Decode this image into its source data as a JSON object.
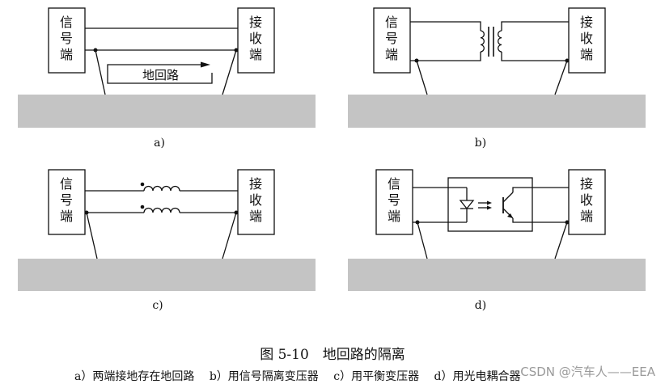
{
  "labels": {
    "sender": [
      "信",
      "号",
      "端"
    ],
    "receiver": [
      "接",
      "收",
      "端"
    ],
    "ground_loop": "地回路",
    "panel_a": "a)",
    "panel_b": "b)",
    "panel_c": "c)",
    "panel_d": "d)"
  },
  "caption": {
    "title": "图 5-10　地回路的隔离",
    "items": [
      "a）两端接地存在地回路",
      "b）用信号隔离变压器",
      "c）用平衡变压器",
      "d）用光电耦合器"
    ]
  },
  "watermark": "CSDN @汽车人——EEA",
  "colors": {
    "line": "#111111",
    "ground": "#c4c4c4",
    "watermark": "#9a9a9a"
  }
}
